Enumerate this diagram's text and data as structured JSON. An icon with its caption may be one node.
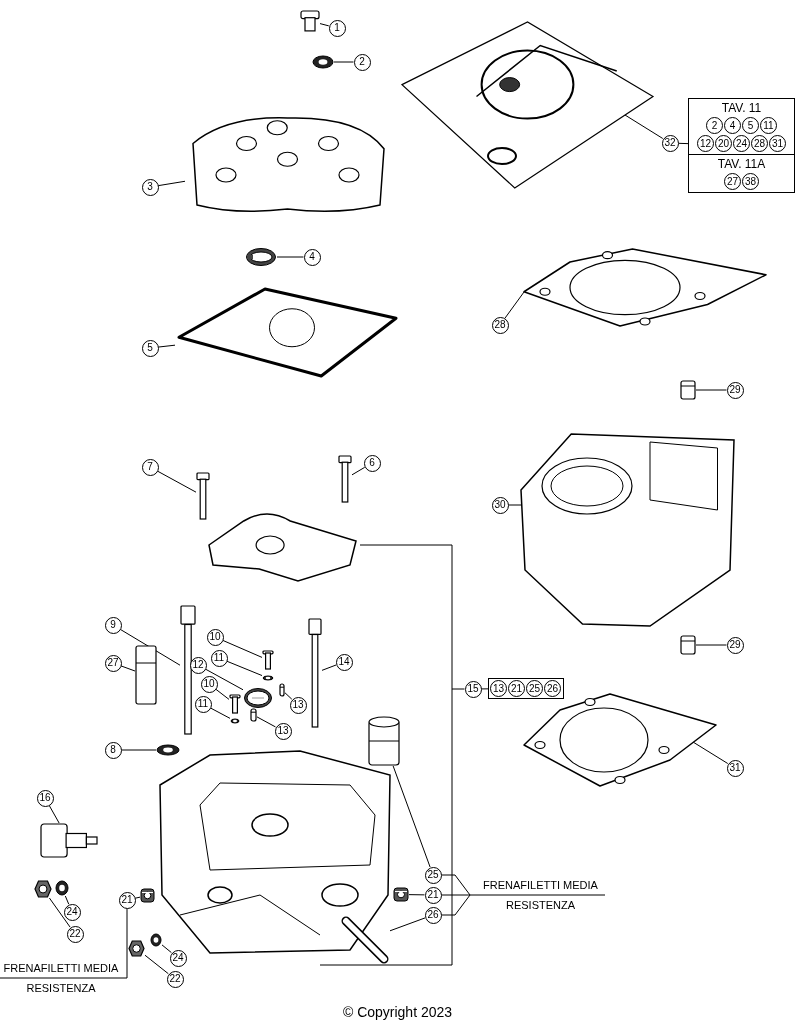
{
  "diagram": {
    "nodes": [
      {
        "text": [
          "1"
        ]
      },
      {
        "text": [],
        "shape": "picture"
      },
      {
        "text": [
          "2"
        ]
      },
      {
        "text": [],
        "shape": "picture"
      },
      {
        "text": [
          "3"
        ]
      },
      {
        "text": [],
        "shape": "picture"
      },
      {
        "text": [
          "4"
        ]
      },
      {
        "text": [],
        "shape": "picture"
      },
      {
        "text": [
          "5"
        ]
      },
      {
        "text": [],
        "shape": "picture"
      },
      {
        "text": [
          "6"
        ]
      },
      {
        "text": [],
        "shape": "picture"
      },
      {
        "text": [
          "7"
        ]
      },
      {
        "text": [],
        "shape": "picture"
      },
      {
        "text": [
          "9"
        ]
      },
      {
        "text": [],
        "shape": "picture"
      },
      {
        "text": [
          "27"
        ]
      },
      {
        "text": [],
        "shape": "picture"
      },
      {
        "text": [
          "10"
        ]
      },
      {
        "text": [],
        "shape": "picture"
      },
      {
        "text": [
          "11"
        ]
      },
      {
        "text": [],
        "shape": "picture"
      },
      {
        "text": [
          "12"
        ]
      },
      {
        "text": [],
        "shape": "picture"
      },
      {
        "text": [
          "10"
        ]
      },
      {
        "text": [],
        "shape": "picture"
      },
      {
        "text": [
          "11"
        ]
      },
      {
        "text": [],
        "shape": "picture"
      },
      {
        "text": [
          "13"
        ]
      },
      {
        "text": [],
        "shape": "picture"
      },
      {
        "text": [
          "13"
        ]
      },
      {
        "text": [],
        "shape": "picture"
      },
      {
        "text": [
          "14"
        ]
      },
      {
        "text": [],
        "shape": "picture"
      },
      {
        "text": [
          "8"
        ]
      },
      {
        "text": [],
        "shape": "picture"
      },
      {
        "text": [
          "16"
        ]
      },
      {
        "text": [],
        "shape": "picture"
      },
      {
        "text": [
          "24"
        ]
      },
      {
        "text": [],
        "shape": "picture"
      },
      {
        "text": [
          "22"
        ]
      },
      {
        "text": [],
        "shape": "picture"
      },
      {
        "text": [
          "21"
        ]
      },
      {
        "text": [],
        "shape": "picture"
      },
      {
        "text": [
          "24"
        ]
      },
      {
        "text": [],
        "shape": "picture"
      },
      {
        "text": [
          "22"
        ]
      },
      {
        "text": [],
        "shape": "picture"
      },
      {
        "text": [
          "25"
        ]
      },
      {
        "text": [],
        "shape": "picture"
      },
      {
        "text": [
          "21"
        ]
      },
      {
        "text": [],
        "shape": "picture"
      },
      {
        "text": [
          "26"
        ]
      },
      {
        "text": [],
        "shape": "picture"
      },
      {
        "text": [
          "28"
        ]
      },
      {
        "text": [],
        "shape": "picture"
      },
      {
        "text": [
          "29"
        ]
      },
      {
        "text": [],
        "shape": "picture"
      },
      {
        "text": [
          "30"
        ]
      },
      {
        "text": [],
        "shape": "picture"
      },
      {
        "text": [
          "29"
        ]
      },
      {
        "text": [],
        "shape": "picture"
      },
      {
        "text": [
          "31"
        ]
      },
      {
        "text": [],
        "shape": "picture"
      },
      {
        "text": [
          "32"
        ]
      },
      {
        "text": [],
        "shape": "picture"
      },
      {
        "text": [
          "15"
        ]
      },
      {
        "text": [],
        "shape": "picture"
      },
      {
        "text": [
          "TAV. 11",
          "TAV. 11A"
        ]
      },
      {
        "text": [
          "2"
        ],
        "in": 68
      },
      {
        "text": [
          "4"
        ],
        "in": 68
      },
      {
        "text": [
          "5"
        ],
        "in": 68
      },
      {
        "text": [
          "11"
        ],
        "in": 68
      },
      {
        "text": [
          "12"
        ],
        "in": 68
      },
      {
        "text": [
          "20"
        ],
        "in": 68
      },
      {
        "text": [
          "24"
        ],
        "in": 68
      },
      {
        "text": [
          "28"
        ],
        "in": 68
      },
      {
        "text": [
          "31"
        ],
        "in": 68
      },
      {
        "text": [
          "27"
        ],
        "in": 68
      },
      {
        "text": [
          "38"
        ],
        "in": 68
      },
      {
        "text": [],
        "shape": "box"
      },
      {
        "text": [
          "13"
        ],
        "in": 80
      },
      {
        "text": [
          "21"
        ],
        "in": 80
      },
      {
        "text": [
          "25"
        ],
        "in": 80
      },
      {
        "text": [
          "26"
        ],
        "in": 80
      }
    ],
    "edges": [
      {
        "from": 0,
        "to": 1,
        "arrow": "none"
      },
      {
        "from": 2,
        "to": 3,
        "arrow": "none"
      },
      {
        "from": 4,
        "to": 5,
        "arrow": "none"
      },
      {
        "from": 6,
        "to": 7,
        "arrow": "none"
      },
      {
        "from": 8,
        "to": 9,
        "arrow": "none"
      },
      {
        "from": 10,
        "to": 11,
        "arrow": "none"
      },
      {
        "from": 12,
        "to": 13,
        "arrow": "none"
      },
      {
        "from": 14,
        "to": 15,
        "arrow": "none"
      },
      {
        "from": 16,
        "to": 17,
        "arrow": "none"
      },
      {
        "from": 18,
        "to": 19,
        "arrow": "none"
      },
      {
        "from": 20,
        "to": 21,
        "arrow": "none"
      },
      {
        "from": 22,
        "to": 23,
        "arrow": "none"
      },
      {
        "from": 24,
        "to": 25,
        "arrow": "none"
      },
      {
        "from": 26,
        "to": 27,
        "arrow": "none"
      },
      {
        "from": 28,
        "to": 29,
        "arrow": "none"
      },
      {
        "from": 30,
        "to": 31,
        "arrow": "none"
      },
      {
        "from": 32,
        "to": 33,
        "arrow": "none"
      },
      {
        "from": 34,
        "to": 35,
        "arrow": "none"
      },
      {
        "from": 36,
        "to": 37,
        "arrow": "none"
      },
      {
        "from": 38,
        "to": 39,
        "arrow": "none"
      },
      {
        "from": 40,
        "to": 41,
        "arrow": "none"
      },
      {
        "from": 42,
        "to": 43,
        "arrow": "none"
      },
      {
        "from": 44,
        "to": 45,
        "arrow": "none"
      },
      {
        "from": 46,
        "to": 47,
        "arrow": "none"
      },
      {
        "from": 48,
        "to": 49,
        "arrow": "none"
      },
      {
        "from": 50,
        "to": 51,
        "arrow": "none"
      },
      {
        "from": 52,
        "to": 53,
        "arrow": "none"
      },
      {
        "from": 54,
        "to": 55,
        "arrow": "none"
      },
      {
        "from": 56,
        "to": 57,
        "arrow": "none"
      },
      {
        "from": 58,
        "to": 59,
        "arrow": "none"
      },
      {
        "from": 60,
        "to": 61,
        "arrow": "none"
      },
      {
        "from": 62,
        "to": 63,
        "arrow": "none"
      },
      {
        "from": 64,
        "to": 65,
        "arrow": "none"
      },
      {
        "from": 66,
        "to": 67,
        "arrow": "none"
      },
      {
        "from": 64,
        "to": 68,
        "arrow": "none"
      },
      {
        "from": 66,
        "to": 80,
        "arrow": "none"
      }
    ],
    "labels": [
      "FRENAFILETTI MEDIA RESISTENZA",
      "FRENAFILETTI MEDIA RESISTENZA",
      "© Copyright 2023"
    ]
  }
}
